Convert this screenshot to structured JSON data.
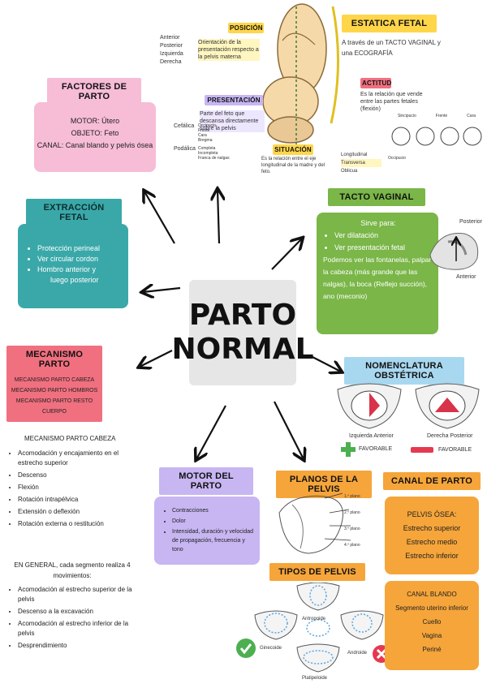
{
  "center": {
    "line1": "PARTO",
    "line2": "NORMAL"
  },
  "factores": {
    "title": "FACTORES DE PARTO",
    "motor": "MOTOR: Útero",
    "objeto": "OBJETO: Feto",
    "canal": "CANAL: Canal blando y pelvis ósea"
  },
  "extraccion": {
    "title": "EXTRACCIÓN FETAL",
    "items": [
      "Protección perineal",
      "Ver circular cordon",
      "Hombro anterior y",
      "luego posterior"
    ]
  },
  "mecanismo": {
    "title": "MECANISMO PARTO",
    "lines": [
      "MECANISMO PARTO CABEZA",
      "MECANISMO PARTO HOMBROS",
      "MECANISMO PARTO RESTO CUERPO"
    ],
    "cabeza_title": "MECANISMO PARTO CABEZA",
    "cabeza_items": [
      "Acomodación y encajamiento en el estrecho superior",
      "Descenso",
      "Flexión",
      "Rotación intrapélvica",
      "Extensión o deflexión",
      "Rotación externa o restitución"
    ],
    "general_text": "EN GENERAL, cada segmento realiza 4 movimientos:",
    "general_items": [
      "Acomodación al estrecho superior de la pelvis",
      "Descenso a la excavación",
      "Acomodación al estrecho inferior de la pelvis",
      "Desprendimiento"
    ]
  },
  "estatica": {
    "title": "ESTATICA FETAL",
    "text": "A través de un TACTO VAGINAL y una ECOGRAFÍA",
    "posicion_title": "POSICIÓN",
    "posicion_labels": [
      "Anterior",
      "Posterior",
      "Izquierda",
      "Derecha"
    ],
    "posicion_text": "Orientación de la presentación respecto a la pelvis materna",
    "presentacion_title": "PRESENTACIÓN",
    "presentacion_text": "Parte del feto que descansa directamente sobre la pelvis",
    "cefalica": "Cefálica",
    "cefalica_items": [
      "Occipucio",
      "Frente",
      "Cara",
      "Bregma"
    ],
    "podalica": "Podálica",
    "podalica_items": [
      "Completa",
      "Incompleta",
      "Franca de nalgas"
    ],
    "actitud_title": "ACTITUD",
    "actitud_text": "Es la relación que vende entre las partes fetales",
    "actitud_sub": "(flexión)",
    "actitud_labels": [
      "Occipucio",
      "Sincipucio",
      "Frente",
      "Cara"
    ],
    "situacion_title": "SITUACIÓN",
    "situacion_text": "Es la relación entre el eje longitudinal de la madre y del feto.",
    "situacion_items": [
      "Longitudinal",
      "Transversa",
      "Oblicua"
    ]
  },
  "tacto": {
    "title": "TACTO VAGINAL",
    "intro": "Sirve para:",
    "items": [
      "Ver dilatación",
      "Ver presentación fetal"
    ],
    "text": "Podemos ver las fontanelas, palpar la cabeza (más grande que las nalgas), la boca (Reflejo succión), ano (meconio)",
    "label_posterior": "Posterior",
    "label_anterior": "Anterior"
  },
  "nomenclatura": {
    "title": "NOMENCLATURA OBSTÉTRICA",
    "left_caption": "Izquierda Anterior",
    "right_caption": "Derecha Posterior",
    "favorable": "FAVORABLE",
    "desfavorable": "FAVORABLE",
    "green": "#4caf50",
    "red": "#e53950"
  },
  "motor": {
    "title": "MOTOR DEL PARTO",
    "items": [
      "Contracciones",
      "Dolor",
      "Intensidad, duración y velocidad de propagación, frecuencia y tono"
    ]
  },
  "planos": {
    "title": "PLANOS DE LA PELVIS",
    "labels": [
      "1.º plano",
      "2.º plano",
      "3.º plano",
      "4.º plano"
    ]
  },
  "tipos": {
    "title": "TIPOS DE PELVIS",
    "labels": [
      "Antropoide",
      "Ginecoide",
      "Androide",
      "Platipeloide"
    ]
  },
  "canal": {
    "title": "CANAL DE PARTO",
    "osea_title": "PELVIS ÓSEA:",
    "osea_items": [
      "Estrecho superior",
      "Estrecho medio",
      "Estrecho inferior"
    ],
    "blando_title": "CANAL BLANDO",
    "blando_items": [
      "Segmento uterino inferior",
      "Cuello",
      "Vagina",
      "Periné"
    ]
  },
  "colors": {
    "pink": "#f7bcd6",
    "teal": "#3aa8a9",
    "red_header": "#f0707f",
    "yellow": "#ffd64a",
    "green": "#7ab648",
    "orange": "#f6a53a",
    "lilac": "#c7b6f2",
    "blue": "#a8d8f0",
    "gray": "#e6e6e6"
  }
}
